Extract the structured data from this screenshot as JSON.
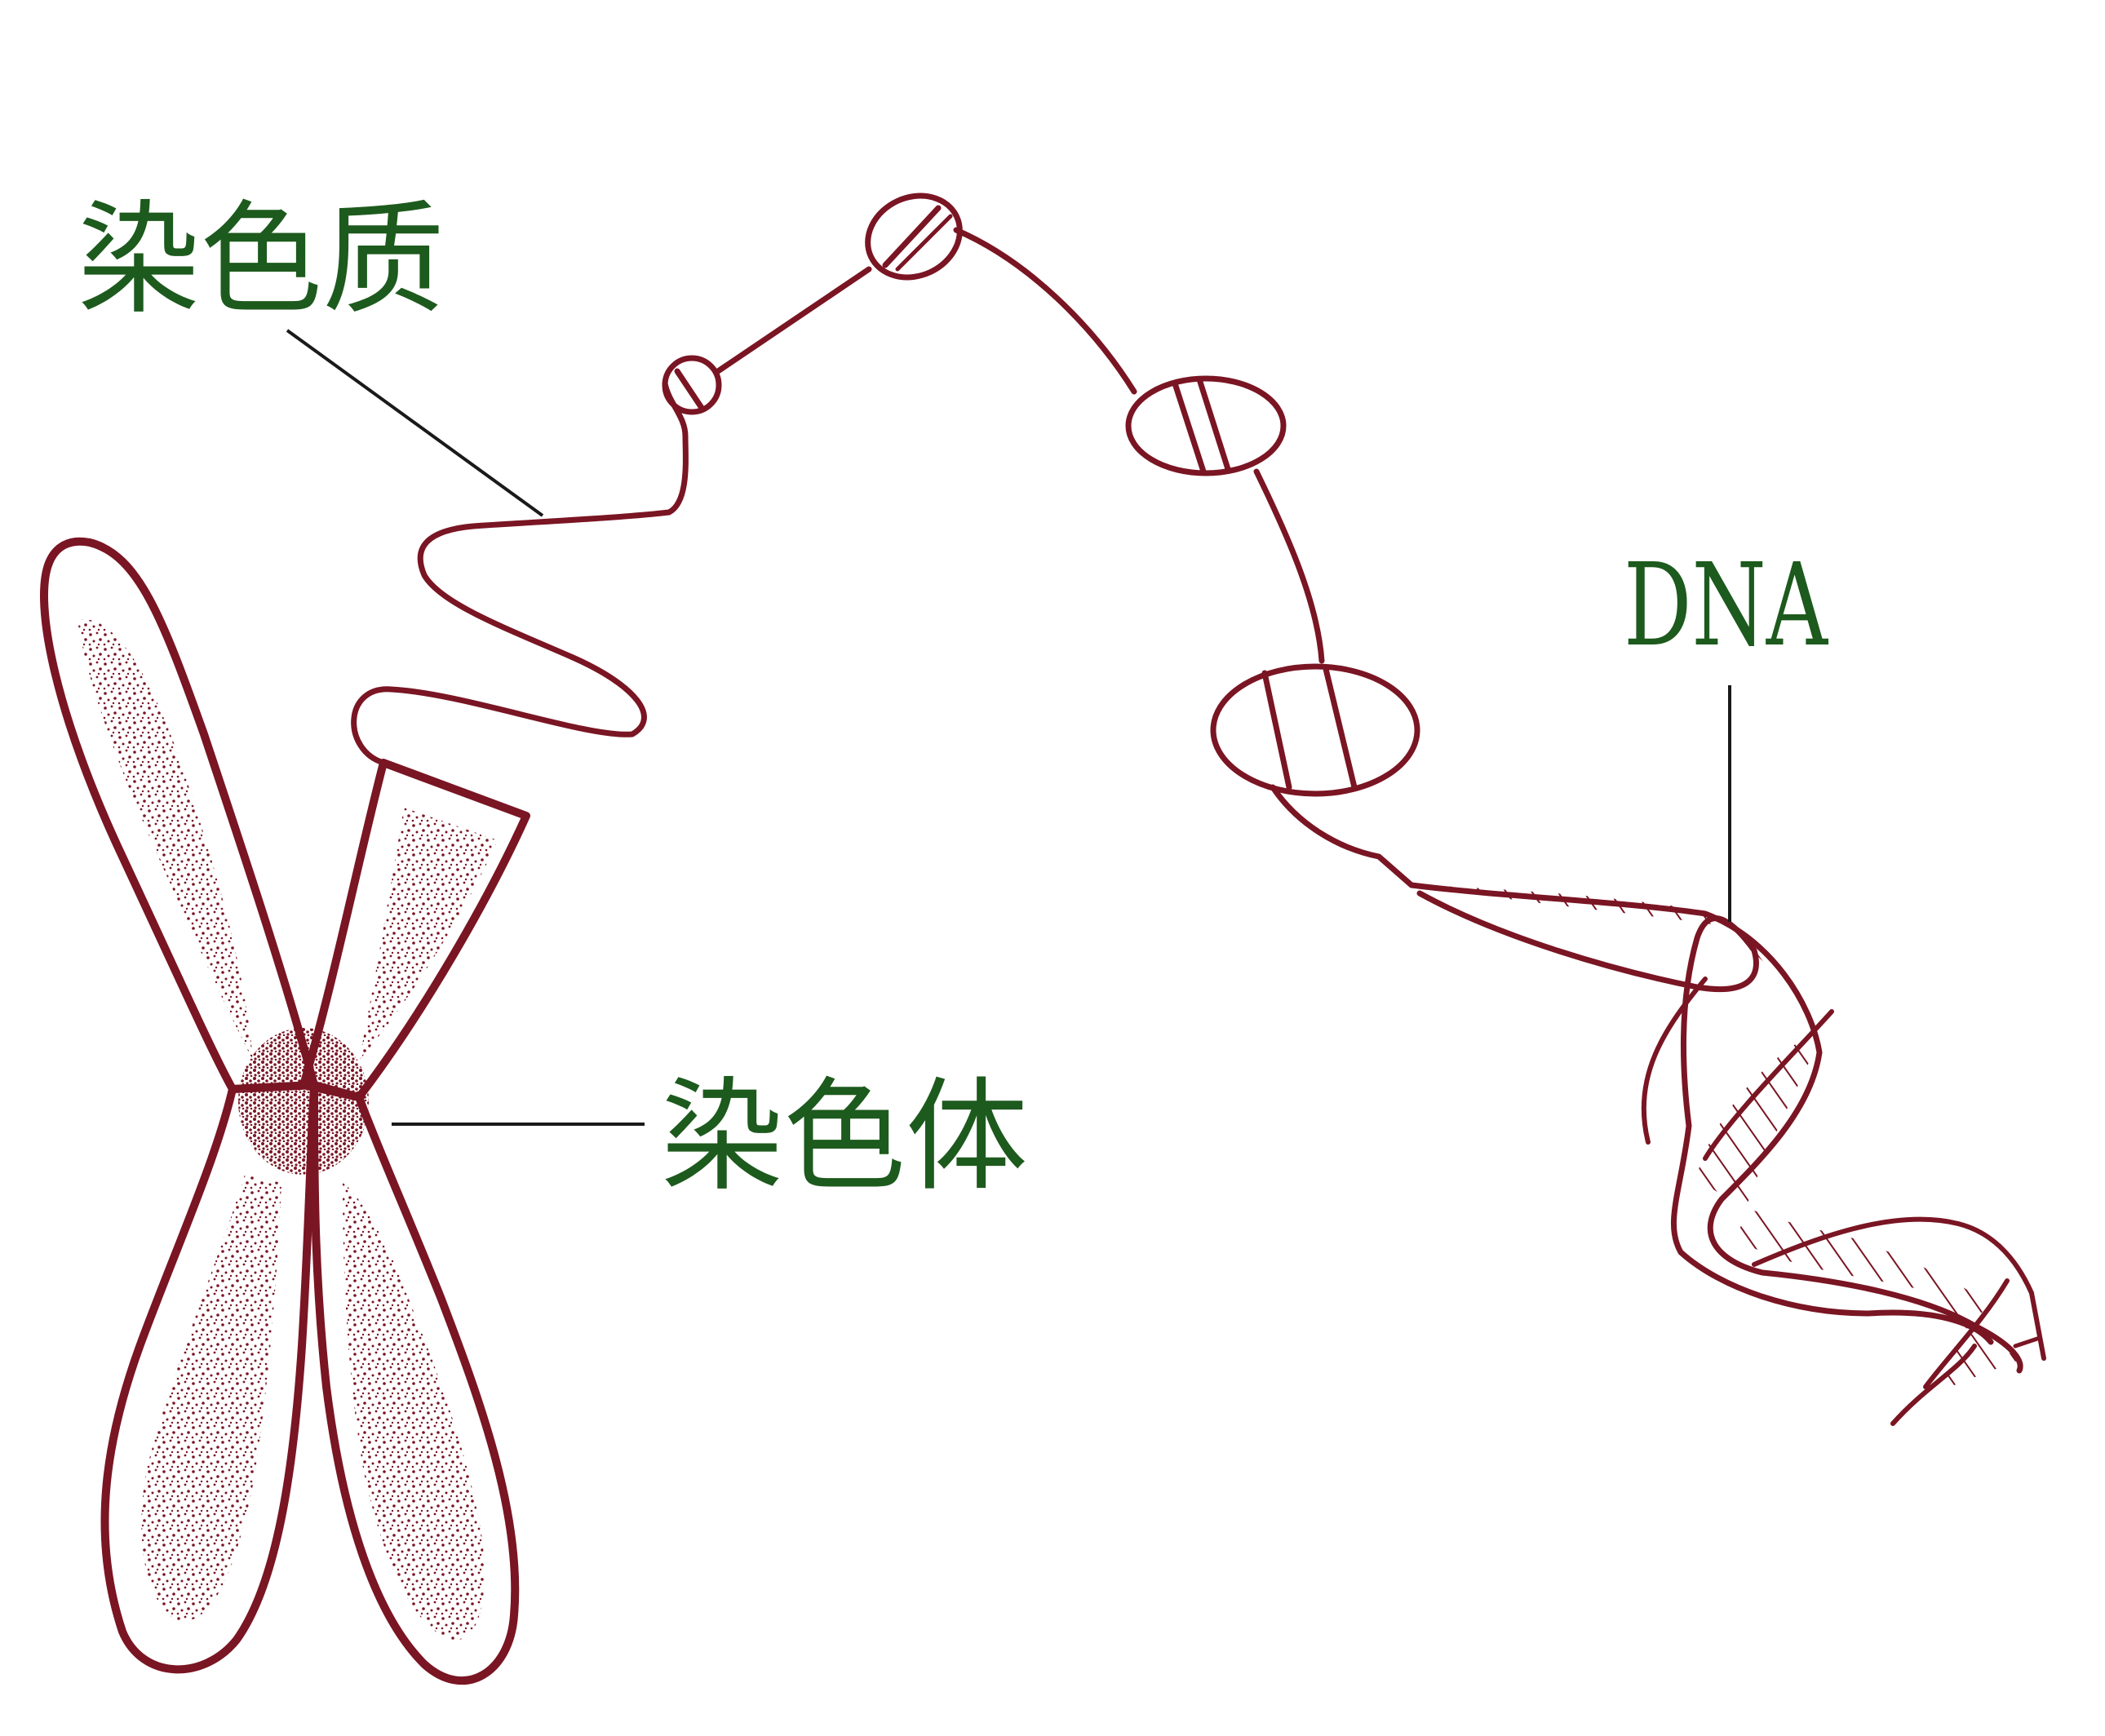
{
  "labels": {
    "chromatin": "染色质",
    "dna": "DNA",
    "chromosome": "染色体"
  },
  "colors": {
    "ink": "#7a1523",
    "label_text": "#1d5a1d",
    "leader_line": "#1a1a1a",
    "background": "#ffffff"
  }
}
